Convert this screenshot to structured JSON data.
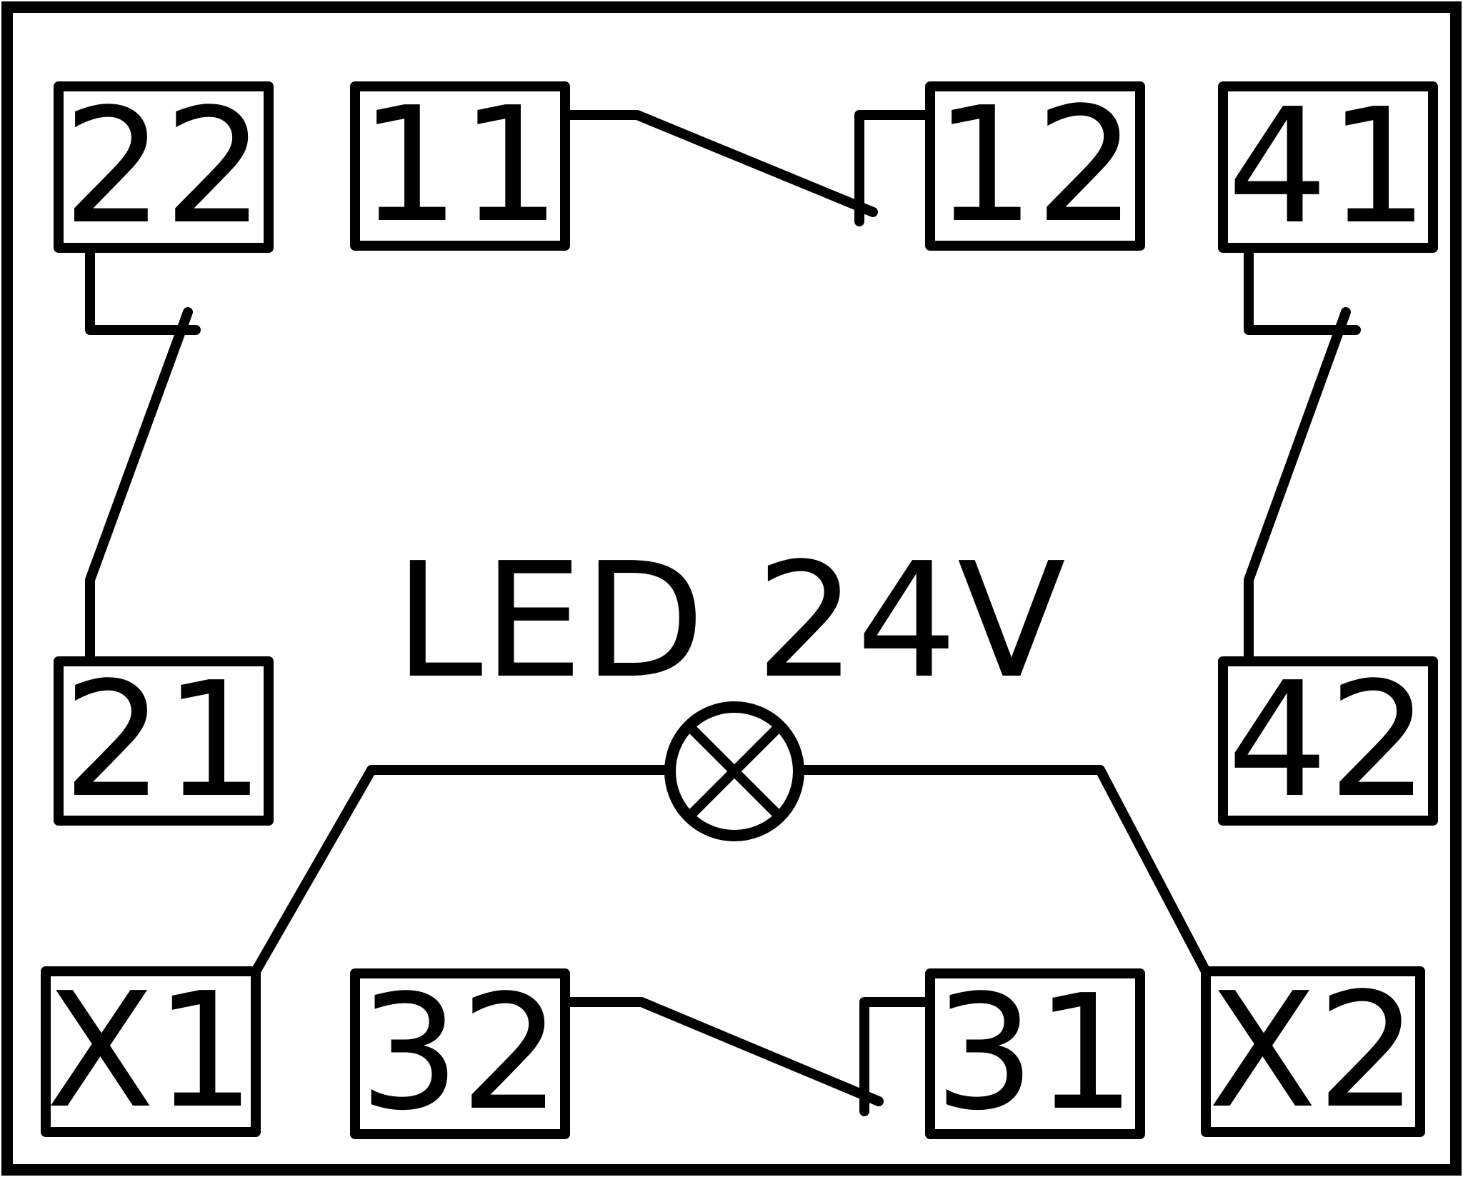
{
  "terminals": {
    "t22": "22",
    "t11": "11",
    "t12": "12",
    "t41": "41",
    "t21": "21",
    "t42": "42",
    "tX1": "X1",
    "t32": "32",
    "t31": "31",
    "tX2": "X2"
  },
  "lamp": {
    "label": "LED 24V",
    "icon": "lamp-cross-icon"
  },
  "colors": {
    "stroke": "#000000",
    "background": "#ffffff"
  }
}
